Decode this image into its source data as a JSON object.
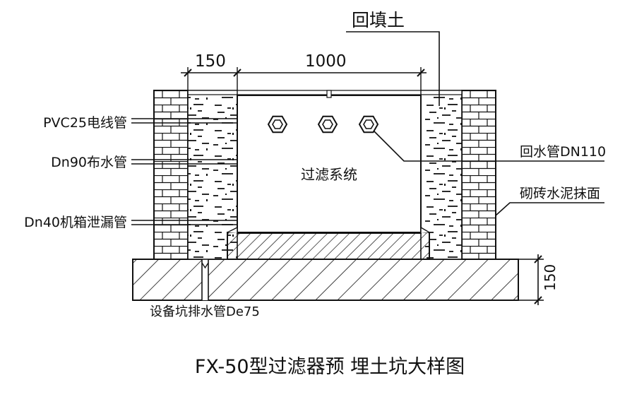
{
  "title": "FX-50型过滤器预 埋土坑大样图",
  "labels": {
    "backfill": "回填土",
    "pvc_conduit": "PVC25电线管",
    "supply_pipe": "Dn90布水管",
    "drain_pipe": "Dn40机箱泄漏管",
    "return_pipe": "回水管DN110",
    "brick_wall": "砌砖水泥抹面",
    "filter_system": "过滤系统",
    "pit_drain": "设备坑排水管De75"
  },
  "dimensions": {
    "side_gap": "150",
    "inner_width": "1000",
    "base_thickness": "150"
  }
}
